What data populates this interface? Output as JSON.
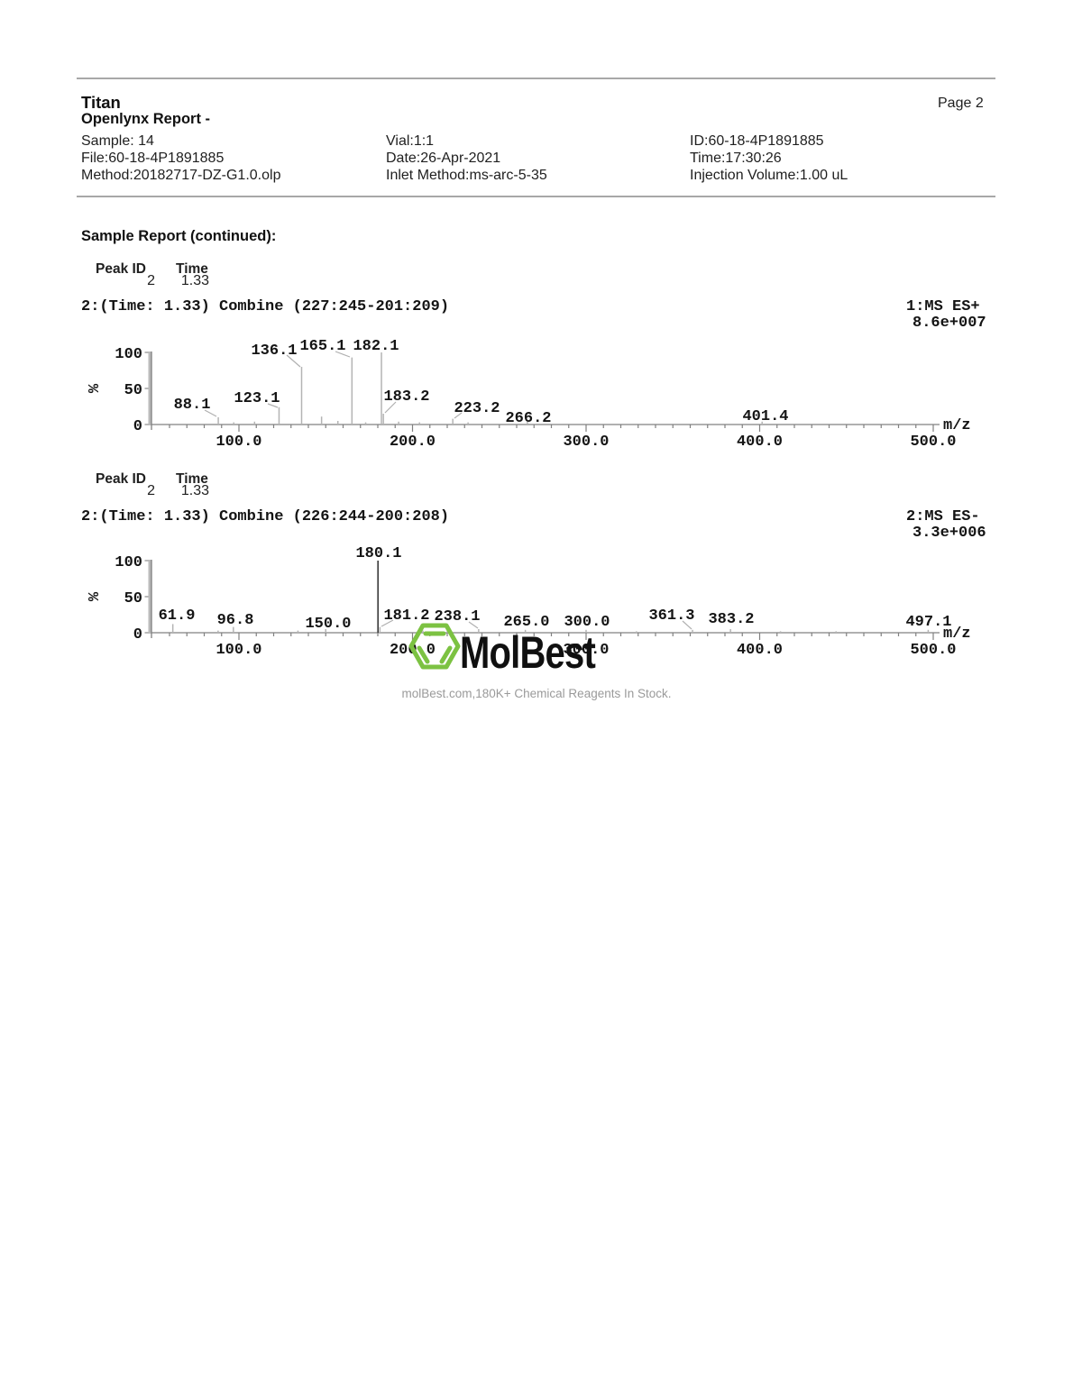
{
  "header": {
    "instrument": "Titan",
    "report_title": "Openlynx Report -",
    "page_label": "Page 2",
    "rows": [
      {
        "col1": "Sample: 14",
        "col2": "Vial:1:1",
        "col3": "ID:60-18-4P1891885"
      },
      {
        "col1": "File:60-18-4P1891885",
        "col2": "Date:26-Apr-2021",
        "col3": "Time:17:30:26"
      },
      {
        "col1": "Method:20182717-DZ-G1.0.olp",
        "col2": "Inlet Method:ms-arc-5-35",
        "col3": "Injection Volume:1.00 uL"
      }
    ]
  },
  "section_title": "Sample Report (continued):",
  "colors": {
    "accent_green": "#7CC242",
    "peak_gray": "#b4b4b4",
    "peak_dark": "#3a3a3a",
    "axis_gray": "#808080",
    "leader_gray": "#b0b0b0"
  },
  "chart_data": [
    {
      "type": "ms-spectrum",
      "peak_table": {
        "peak_id_label": "Peak ID",
        "time_label": "Time",
        "peak_id": "2",
        "time": "1.33"
      },
      "title": "2:(Time: 1.33) Combine (227:245-201:209)",
      "mode_label": "1:MS ES+",
      "intensity_label": "8.6e+007",
      "ylabel": "%",
      "xlabel": "m/z",
      "xlim": [
        50,
        510
      ],
      "ylim": [
        0,
        100
      ],
      "xticks": [
        100,
        200,
        300,
        400,
        500
      ],
      "xtick_labels": [
        "100.0",
        "200.0",
        "300.0",
        "400.0",
        "500.0"
      ],
      "yticks": [
        0,
        50,
        100
      ],
      "ytick_labels": [
        "0",
        "50",
        "100"
      ],
      "grid": false,
      "peaks": [
        {
          "mz": 88.1,
          "i": 10,
          "label": "88.1",
          "lcx": 213,
          "lby": 453,
          "leader": [
            227,
            455,
            240,
            462
          ]
        },
        {
          "mz": 97.0,
          "i": 3
        },
        {
          "mz": 109.0,
          "i": 4
        },
        {
          "mz": 123.1,
          "i": 24,
          "label": "123.1",
          "lcx": 285,
          "lby": 446,
          "leader": [
            297,
            448,
            308,
            452
          ]
        },
        {
          "mz": 136.1,
          "i": 80,
          "label": "136.1",
          "lcx": 304,
          "lby": 393,
          "leader": [
            318,
            394,
            333,
            407
          ]
        },
        {
          "mz": 147.6,
          "i": 11
        },
        {
          "mz": 157.0,
          "i": 5
        },
        {
          "mz": 165.1,
          "i": 93,
          "label": "165.1",
          "lcx": 358,
          "lby": 388,
          "leader": [
            372,
            390,
            388,
            396
          ]
        },
        {
          "mz": 173.0,
          "i": 3
        },
        {
          "mz": 182.1,
          "i": 100,
          "label": "182.1",
          "lcx": 417,
          "lby": 388
        },
        {
          "mz": 183.2,
          "i": 15,
          "label": "183.2",
          "lcx": 451,
          "lby": 444,
          "leader": [
            439,
            446,
            427,
            458
          ]
        },
        {
          "mz": 192.0,
          "i": 4
        },
        {
          "mz": 204.0,
          "i": 3
        },
        {
          "mz": 223.2,
          "i": 8,
          "label": "223.2",
          "lcx": 529,
          "lby": 457,
          "leader": [
            512,
            458,
            504,
            464
          ]
        },
        {
          "mz": 232.0,
          "i": 3
        },
        {
          "mz": 266.2,
          "i": 4,
          "label": "266.2",
          "lcx": 586,
          "lby": 468
        },
        {
          "mz": 401.4,
          "i": 4,
          "label": "401.4",
          "lcx": 849,
          "lby": 466
        }
      ]
    },
    {
      "type": "ms-spectrum",
      "peak_table": {
        "peak_id_label": "Peak ID",
        "time_label": "Time",
        "peak_id": "2",
        "time": "1.33"
      },
      "title": "2:(Time: 1.33) Combine (226:244-200:208)",
      "mode_label": "2:MS ES-",
      "intensity_label": "3.3e+006",
      "ylabel": "%",
      "xlabel": "m/z",
      "xlim": [
        50,
        510
      ],
      "ylim": [
        0,
        100
      ],
      "xticks": [
        100,
        200,
        300,
        400,
        500
      ],
      "xtick_labels": [
        "100.0",
        "200.0",
        "300.0",
        "400.0",
        "500.0"
      ],
      "yticks": [
        0,
        50,
        100
      ],
      "ytick_labels": [
        "0",
        "50",
        "100"
      ],
      "grid": false,
      "peaks": [
        {
          "mz": 61.9,
          "i": 12,
          "label": "61.9",
          "lcx": 196,
          "lby": 687
        },
        {
          "mz": 88.0,
          "i": 3
        },
        {
          "mz": 96.8,
          "i": 8,
          "label": "96.8",
          "lcx": 261,
          "lby": 692
        },
        {
          "mz": 134.0,
          "i": 3
        },
        {
          "mz": 150.0,
          "i": 5,
          "label": "150.0",
          "lcx": 364,
          "lby": 696
        },
        {
          "mz": 180.1,
          "i": 100,
          "label": "180.1",
          "lcx": 420,
          "lby": 618,
          "dark": true
        },
        {
          "mz": 181.2,
          "i": 8,
          "label": "181.2",
          "lcx": 451,
          "lby": 687,
          "leader": [
            436,
            688,
            423,
            695
          ]
        },
        {
          "mz": 206.0,
          "i": 3
        },
        {
          "mz": 220.0,
          "i": 2
        },
        {
          "mz": 238.1,
          "i": 5,
          "label": "238.1",
          "lcx": 507,
          "lby": 688,
          "leader": [
            520,
            690,
            530,
            697
          ]
        },
        {
          "mz": 265.0,
          "i": 4,
          "label": "265.0",
          "lcx": 584,
          "lby": 694
        },
        {
          "mz": 300.0,
          "i": 4,
          "label": "300.0",
          "lcx": 651,
          "lby": 694
        },
        {
          "mz": 329.0,
          "i": 2
        },
        {
          "mz": 361.3,
          "i": 4,
          "label": "361.3",
          "lcx": 745,
          "lby": 687,
          "leader": [
            757,
            689,
            767,
            698
          ]
        },
        {
          "mz": 383.2,
          "i": 5,
          "label": "383.2",
          "lcx": 811,
          "lby": 691
        },
        {
          "mz": 412.0,
          "i": 2
        },
        {
          "mz": 444.0,
          "i": 2
        },
        {
          "mz": 497.1,
          "i": 4,
          "label": "497.1",
          "lcx": 1030,
          "lby": 694
        }
      ]
    }
  ],
  "watermark": {
    "logo_text": "MolBest",
    "caption": "molBest.com,180K+ Chemical Reagents In Stock."
  }
}
